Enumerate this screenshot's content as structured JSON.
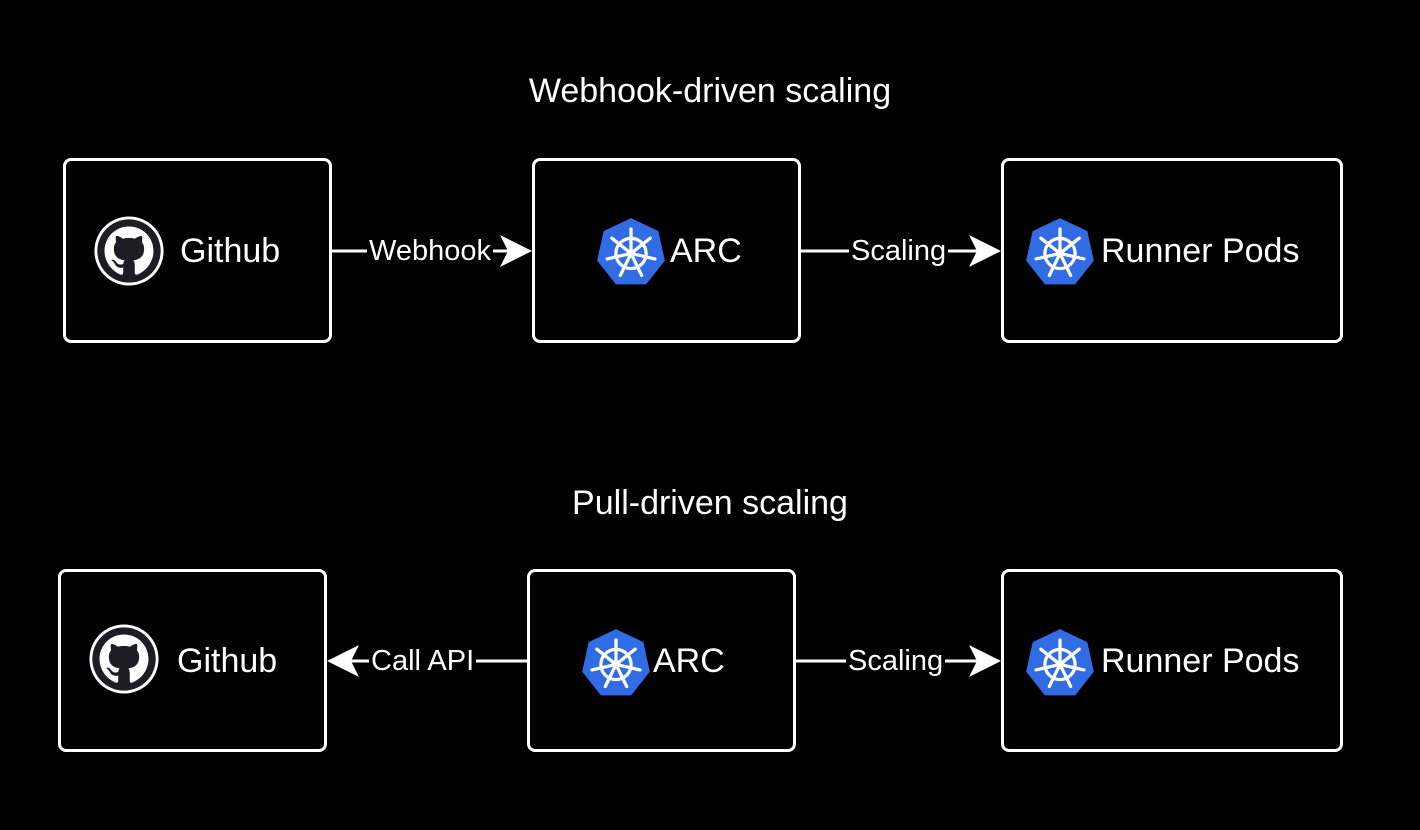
{
  "colors": {
    "background": "#000000",
    "foreground": "#ffffff",
    "kubernetes_blue": "#326ce5",
    "github_dark": "#1b1f24"
  },
  "webhook_section": {
    "title": "Webhook-driven scaling",
    "github": {
      "label": "Github",
      "icon": "github-icon"
    },
    "arc": {
      "label": "ARC",
      "icon": "kubernetes-icon"
    },
    "runner_pods": {
      "label": "Runner Pods",
      "icon": "kubernetes-icon"
    },
    "edge_github_arc": "Webhook",
    "edge_arc_runner": "Scaling"
  },
  "pull_section": {
    "title": "Pull-driven scaling",
    "github": {
      "label": "Github",
      "icon": "github-icon"
    },
    "arc": {
      "label": "ARC",
      "icon": "kubernetes-icon"
    },
    "runner_pods": {
      "label": "Runner Pods",
      "icon": "kubernetes-icon"
    },
    "edge_arc_github": "Call API",
    "edge_arc_runner": "Scaling"
  }
}
